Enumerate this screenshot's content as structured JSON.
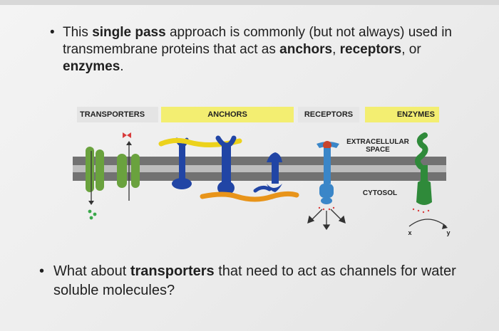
{
  "bullet1": {
    "t1": "This ",
    "b1": "single pass",
    "t2": " approach is commonly (but not always) used in transmembrane proteins that act as ",
    "b2": "anchors",
    "t3": ", ",
    "b3": "receptors",
    "t4": ", or ",
    "b4": "enzymes",
    "t5": "."
  },
  "diagram": {
    "categories": {
      "transporters": "TRANSPORTERS",
      "anchors": "ANCHORS",
      "receptors": "RECEPTORS",
      "enzymes": "ENZYMES"
    },
    "labels": {
      "extracellular": "EXTRACELLULAR SPACE",
      "cytosol": "CYTOSOL",
      "x": "x",
      "y": "y"
    },
    "colors": {
      "membrane": "#6e6e6e",
      "transporter_green": "#6aa23e",
      "anchor_blue": "#2145a5",
      "receptor_blue": "#3a86c8",
      "enzyme_green": "#2f8a3a",
      "anchor_yellow": "#ecd21c",
      "anchor_orange": "#e8941a",
      "ligand_red": "#c8442c"
    }
  },
  "bullet2": {
    "t1": "What about ",
    "b1": "transporters",
    "t2": " that need to act as channels for water soluble molecules?"
  }
}
